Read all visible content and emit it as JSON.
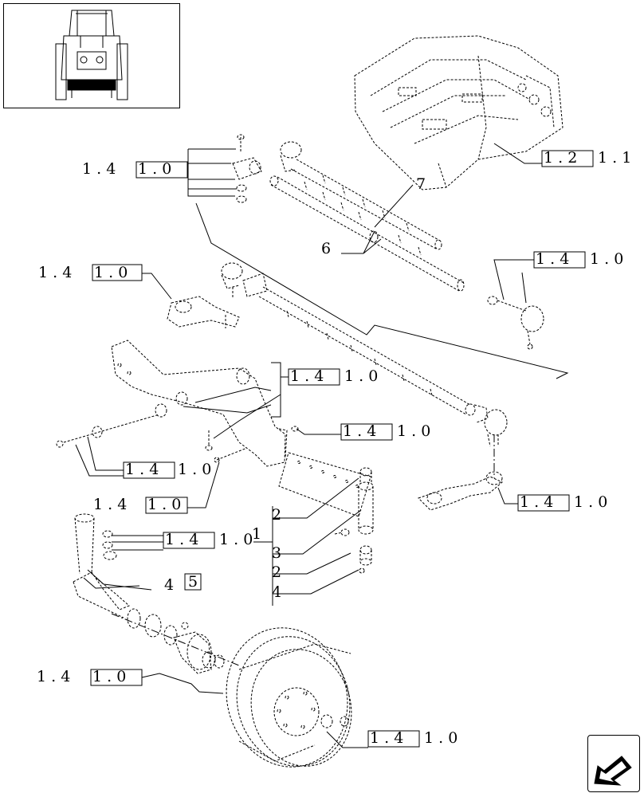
{
  "diagram": {
    "callouts": [
      {
        "id": "ref-a",
        "prefix": "1 . 4",
        "boxed": "1 . 0",
        "suffix": ""
      },
      {
        "id": "ref-b",
        "prefix": "",
        "boxed": "1 . 2",
        "suffix": "1 . 1"
      },
      {
        "id": "ref-c",
        "prefix": "",
        "boxed": "1 . 4",
        "suffix": "1 . 0"
      },
      {
        "id": "ref-d",
        "prefix": "1 . 4",
        "boxed": "1 . 0",
        "suffix": ""
      },
      {
        "id": "ref-e",
        "prefix": "",
        "boxed": "1 . 4",
        "suffix": "1 . 0"
      },
      {
        "id": "ref-f",
        "prefix": "",
        "boxed": "1 . 4",
        "suffix": "1 . 0"
      },
      {
        "id": "ref-g",
        "prefix": "",
        "boxed": "1 . 4",
        "suffix": "1 . 0"
      },
      {
        "id": "ref-h",
        "prefix": "1 . 4",
        "boxed": "1 . 0",
        "suffix": ""
      },
      {
        "id": "ref-i",
        "prefix": "",
        "boxed": "1 . 4",
        "suffix": "1 . 0"
      },
      {
        "id": "ref-j",
        "prefix": "",
        "boxed": "1 . 4",
        "suffix": "1 . 0"
      },
      {
        "id": "ref-k",
        "prefix": "1 . 4",
        "boxed": "1 . 0",
        "suffix": ""
      },
      {
        "id": "ref-l",
        "prefix": "",
        "boxed": "1 . 4",
        "suffix": "1 . 0"
      }
    ],
    "item_numbers": {
      "n7": "7",
      "n6": "6",
      "n2a": "2",
      "n1": "1",
      "n3": "3",
      "n2b": "2",
      "n4b": "4",
      "n4": "4",
      "n5": "5"
    }
  }
}
